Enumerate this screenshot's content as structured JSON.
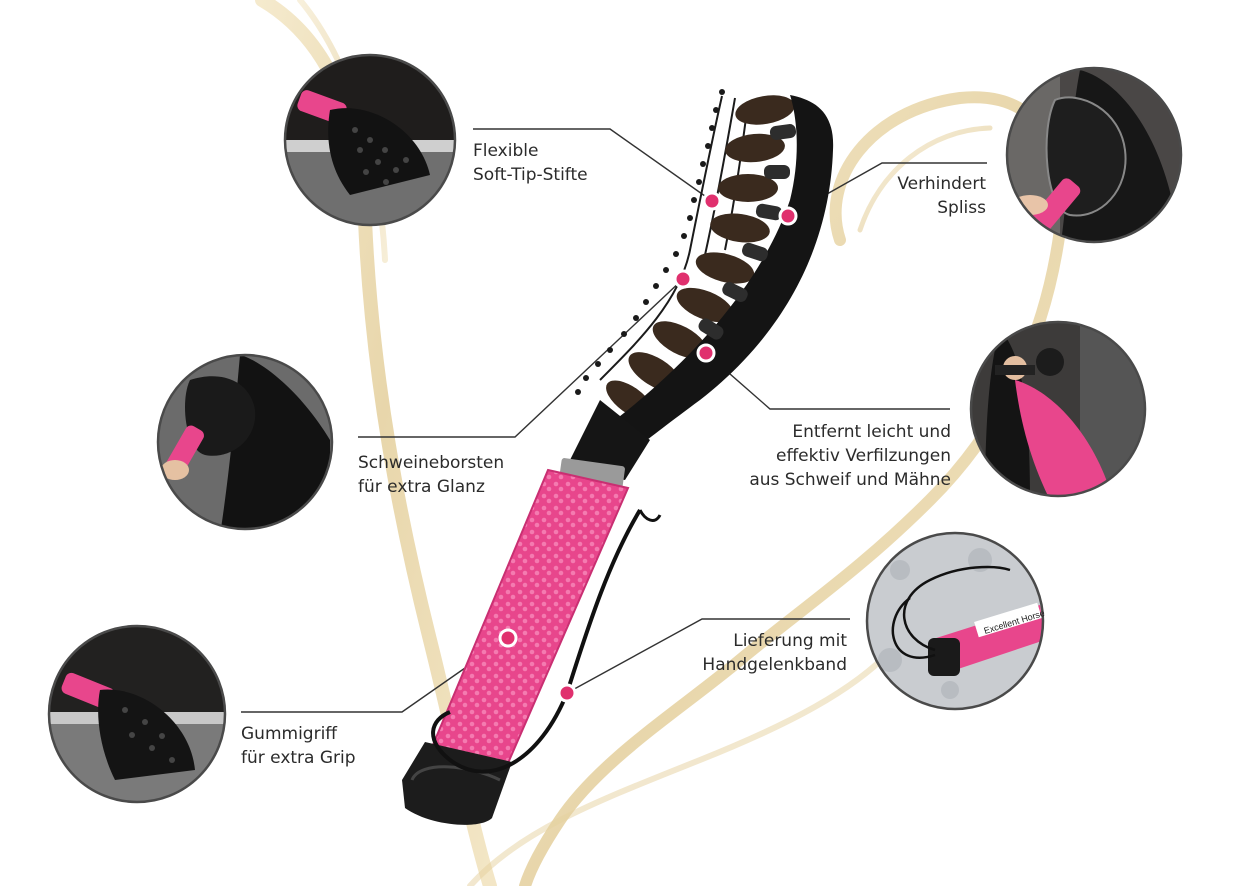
{
  "labels": {
    "flexible": {
      "line1": "Flexible",
      "line2": "Soft-Tip-Stifte"
    },
    "spliss": {
      "line1": "Verhindert",
      "line2": "Spliss"
    },
    "borsten": {
      "line1": "Schweineborsten",
      "line2": "für extra Glanz"
    },
    "verfilzungen": {
      "line1": "Entfernt leicht und",
      "line2": "effektiv Verfilzungen",
      "line3": "aus Schweif und Mähne"
    },
    "gummigriff": {
      "line1": "Gummigriff",
      "line2": "für extra Grip"
    },
    "handgelenkband": {
      "line1": "Lieferung mit",
      "line2": "Handgelenkband"
    }
  },
  "handle_tag_text": "Excellent Horse",
  "colors": {
    "accent_pink": "#e0306e",
    "handle_pink": "#e8468c",
    "ribbon_gold": "#e6d2a0",
    "brush_black": "#141414",
    "leader_line": "#333333",
    "text": "#2b2b2b"
  }
}
